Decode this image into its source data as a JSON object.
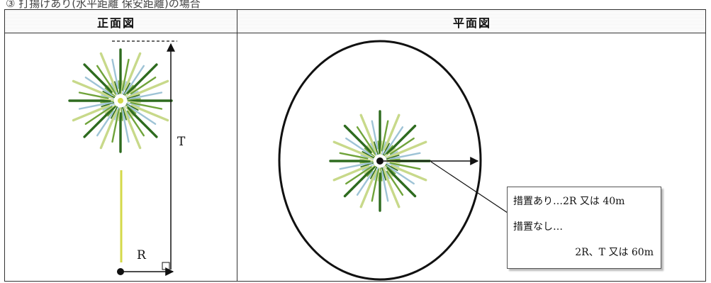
{
  "caption": "③ 打揚げあり(水平距離 保安距離)の場合",
  "table": {
    "header_front": "正面図",
    "header_plan": "平面図"
  },
  "labels": {
    "height": "T",
    "radius": "R"
  },
  "callout": {
    "line1": "措置あり…2R 又は 40m",
    "line2": "措置なし…",
    "line3": "2R、T 又は 60m"
  },
  "colors": {
    "petal_dark": "#2e6b1f",
    "petal_mid": "#6fa33a",
    "petal_light": "#c8d98a",
    "petal_blue": "#9ec3d6",
    "trail": "#d4d94a",
    "line": "#111111"
  }
}
